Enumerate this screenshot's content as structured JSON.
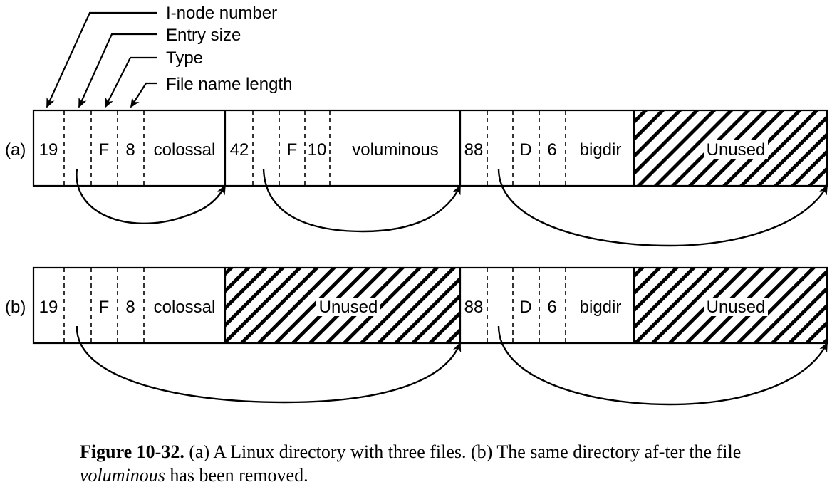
{
  "legend": {
    "inode": "I-node number",
    "entry_size": "Entry size",
    "type": "Type",
    "name_length": "File name length"
  },
  "rows": {
    "a": {
      "label": "(a)",
      "entries": [
        {
          "inode": "19",
          "type": "F",
          "length": "8",
          "name": "colossal"
        },
        {
          "inode": "42",
          "type": "F",
          "length": "10",
          "name": "voluminous"
        },
        {
          "inode": "88",
          "type": "D",
          "length": "6",
          "name": "bigdir"
        }
      ],
      "unused": "Unused"
    },
    "b": {
      "label": "(b)",
      "entries": [
        {
          "inode": "19",
          "type": "F",
          "length": "8",
          "name": "colossal"
        },
        {
          "inode": "88",
          "type": "D",
          "length": "6",
          "name": "bigdir"
        }
      ],
      "unused_1": "Unused",
      "unused_2": "Unused"
    }
  },
  "caption": {
    "figure": "Figure 10-32.",
    "part1": "(a) A Linux directory with three files. (b) The same directory af-ter the file",
    "emphasis": "voluminous",
    "part2": "has been removed."
  }
}
